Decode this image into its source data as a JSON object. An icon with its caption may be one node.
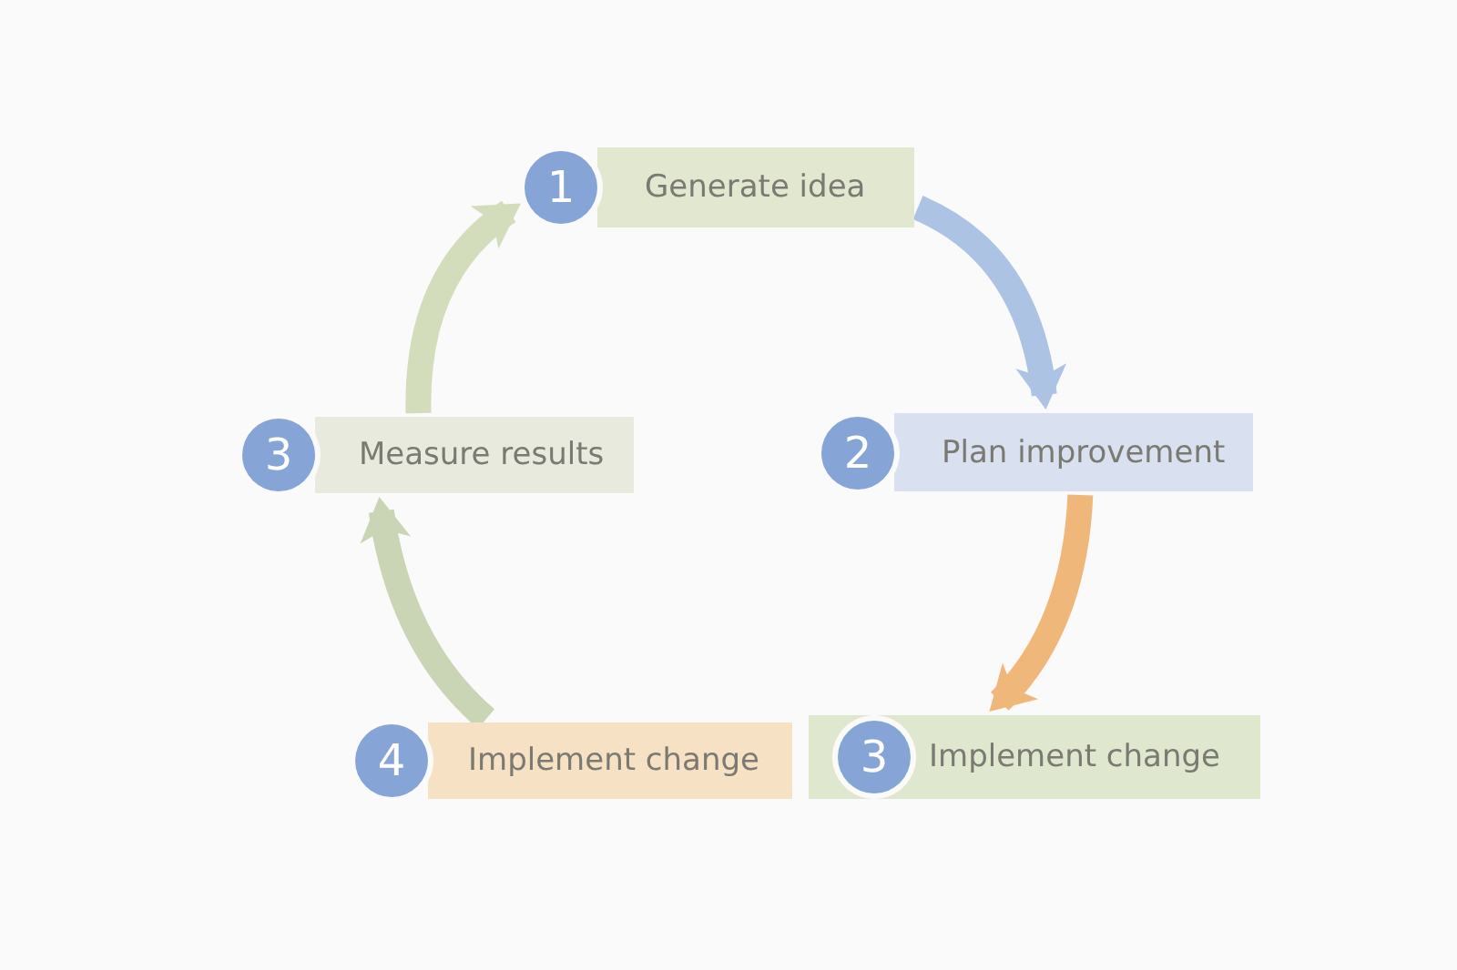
{
  "diagram": {
    "nodes": [
      {
        "text": [
          "1",
          "Generate idea"
        ]
      },
      {
        "text": [
          "3",
          "Measure results"
        ]
      },
      {
        "text": [
          "2",
          "Plan improvement"
        ]
      },
      {
        "text": [
          "4",
          "Implement change"
        ]
      },
      {
        "text": [
          "3",
          "Implement change"
        ]
      }
    ],
    "edges": [
      {
        "from": 0,
        "to": 2,
        "arrow": "to",
        "color": "#adc3e3"
      },
      {
        "from": 2,
        "to": 4,
        "arrow": "to",
        "color": "#f0b77a"
      },
      {
        "from": 3,
        "to": 1,
        "arrow": "to",
        "color": "#c9d5b5"
      },
      {
        "from": 1,
        "to": 0,
        "arrow": "to",
        "color": "#d3ddbb"
      }
    ]
  }
}
